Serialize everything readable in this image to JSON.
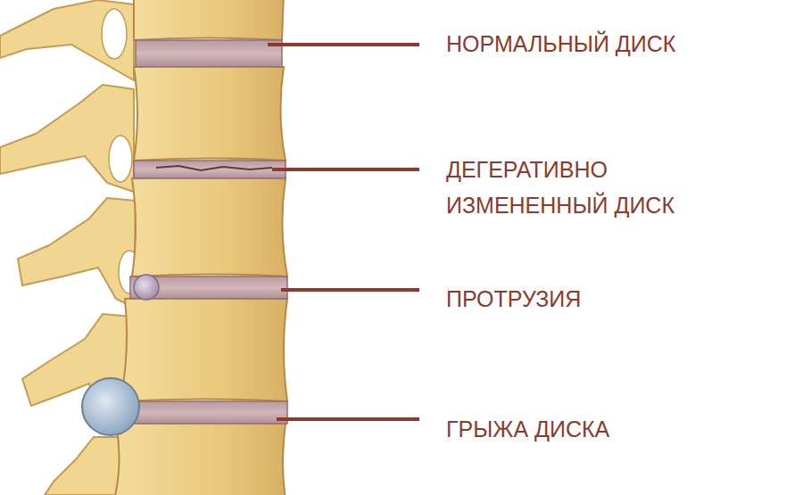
{
  "diagram": {
    "labels": [
      "НОРМАЛЬНЫЙ ДИСК",
      "ДЕГЕРАТИВНО ИЗМЕНЕННЫЙ ДИСК",
      "ПРОТРУЗИЯ",
      "ГРЫЖА ДИСКА"
    ]
  }
}
